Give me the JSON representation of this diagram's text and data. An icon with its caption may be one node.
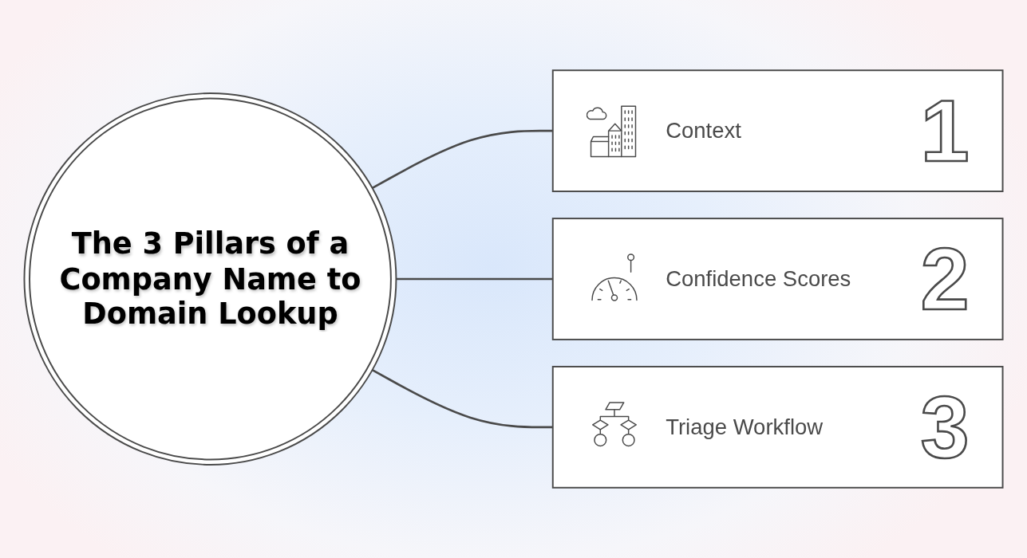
{
  "diagram": {
    "nodes": [
      {
        "text": [
          "The 3 Pillars of a Company Name to Domain Lookup"
        ]
      },
      {
        "text": [
          "Context",
          "1"
        ]
      },
      {
        "text": [
          "Confidence Scores",
          "2"
        ]
      },
      {
        "text": [
          "Triage Workflow",
          "3"
        ]
      }
    ],
    "edges": [
      {
        "from": 0,
        "to": 1,
        "arrow": "none"
      },
      {
        "from": 0,
        "to": 2,
        "arrow": "none"
      },
      {
        "from": 0,
        "to": 3,
        "arrow": "none"
      }
    ]
  }
}
